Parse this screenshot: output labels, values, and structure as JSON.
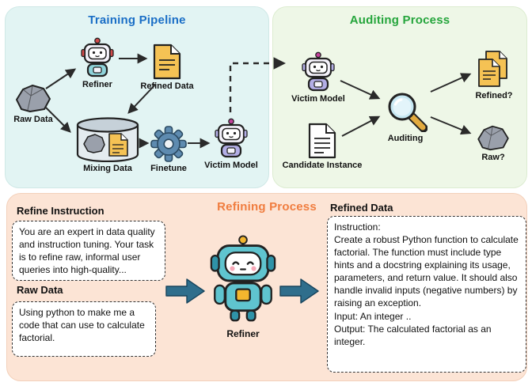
{
  "diagram": {
    "training": {
      "title": "Training Pipeline",
      "nodes": {
        "raw_data": "Raw Data",
        "refiner": "Refiner",
        "refined_data": "Refined Data",
        "mixing_data": "Mixing Data",
        "finetune": "Finetune",
        "victim_model": "Victim Model"
      }
    },
    "auditing": {
      "title": "Auditing Process",
      "nodes": {
        "victim_model": "Victim Model",
        "candidate_instance": "Candidate Instance",
        "auditing": "Auditing",
        "refined": "Refined?",
        "raw": "Raw?"
      }
    },
    "refining": {
      "title": "Refining Process",
      "refine_instruction_heading": "Refine Instruction",
      "refine_instruction_text": "You are an expert in data quality and instruction tuning. Your task is to refine raw, informal user queries into high-quality...",
      "raw_data_heading": "Raw Data",
      "raw_data_text": "Using python to make me a code that can use to calculate factorial.",
      "refiner_label": "Refiner",
      "refined_data_heading": "Refined Data",
      "refined_data_text": "Instruction:\nCreate a robust Python function to calculate factorial. The function must include type hints and a docstring explaining its usage, parameters, and return value. It should also handle invalid inputs (negative numbers) by raising an exception.\nInput: An integer ..\nOutput: The calculated factorial as an integer."
    },
    "colors": {
      "training_bg": "#e2f4f3",
      "training_title": "#1a6ec6",
      "auditing_bg": "#eef7e7",
      "auditing_title": "#25a53c",
      "refining_bg": "#fce4d5",
      "refining_title": "#f07d3f",
      "arrow": "#2a2a2a",
      "block_arrow": "#2f6e8c"
    },
    "icons": {
      "raw_data": "rock-icon",
      "refiner": "robot-icon",
      "refined_data": "document-icon",
      "mixing_data": "database-icon",
      "finetune": "gear-icon",
      "victim_model": "robot-icon",
      "candidate_instance": "document-icon",
      "auditing": "magnifier-icon",
      "refined": "stacked-documents-icon",
      "raw": "rock-icon",
      "refiner_big": "robot-icon"
    }
  }
}
